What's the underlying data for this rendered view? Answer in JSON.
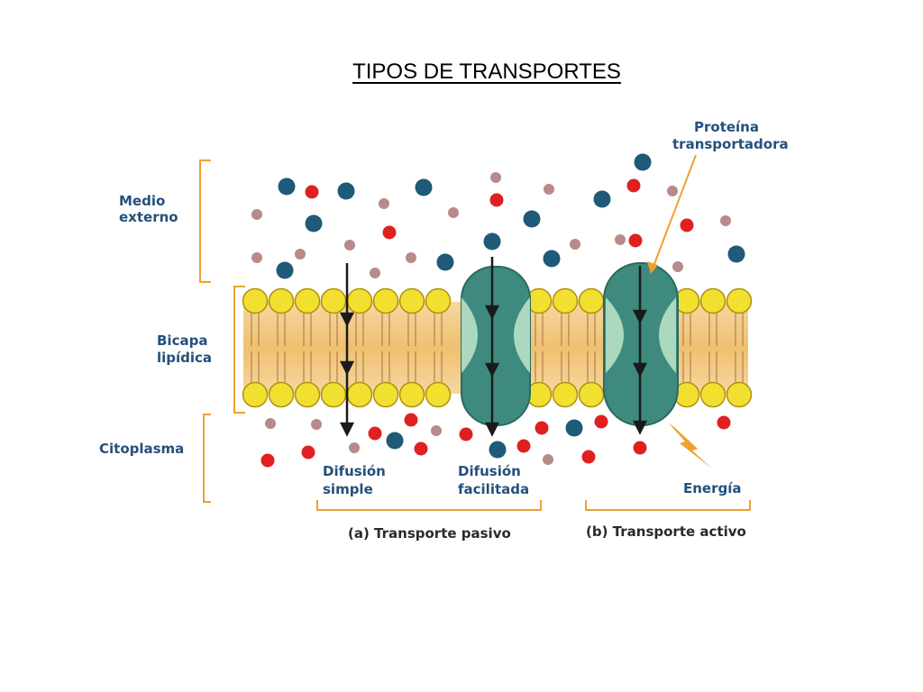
{
  "title": "TIPOS DE TRANSPORTES",
  "labels": {
    "medio_line1": "Medio",
    "medio_line2": "externo",
    "bicapa_line1": "Bicapa",
    "bicapa_line2": "lipídica",
    "citoplasma": "Citoplasma",
    "proteina_line1": "Proteína",
    "proteina_line2": "transportadora",
    "difusion_simple_line1": "Difusión",
    "difusion_simple_line2": "simple",
    "difusion_facilitada_line1": "Difusión",
    "difusion_facilitada_line2": "facilitada",
    "energia": "Energía",
    "transporte_pasivo": "(a) Transporte pasivo",
    "transporte_activo": "(b) Transporte activo"
  },
  "colors": {
    "label_blue": "#24507c",
    "bracket_orange": "#f0a030",
    "head_yellow": "#f2e030",
    "tail_tan": "#f0c882",
    "protein_teal": "#3e8a7e",
    "molecule_blue": "#1f5a78",
    "molecule_red": "#e02020",
    "molecule_mauve": "#b88a8a"
  }
}
